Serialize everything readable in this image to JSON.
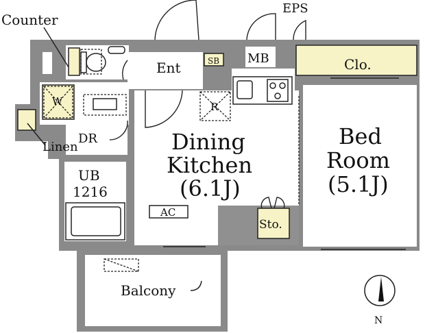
{
  "labels": {
    "counter": "Counter",
    "eps": "EPS",
    "ent": "Ent",
    "sb": "SB",
    "mb": "MB",
    "clo": "Clo.",
    "washer": "W",
    "fridge": "R",
    "linen": "Linen",
    "dr": "DR",
    "ub": "UB",
    "ub_size": "1216",
    "dk_line1": "Dining",
    "dk_line2": "Kitchen",
    "dk_size": "(6.1J)",
    "bed_line1": "Bed",
    "bed_line2": "Room",
    "bed_size": "(5.1J)",
    "ac": "AC",
    "sto": "Sto.",
    "balcony": "Balcony",
    "north": "N"
  }
}
